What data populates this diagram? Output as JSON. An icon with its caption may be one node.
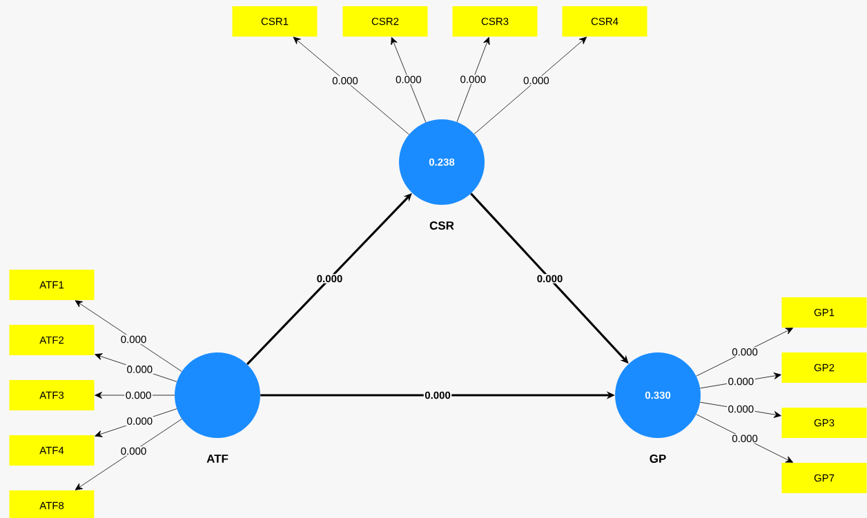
{
  "diagram": {
    "nodes": [
      {
        "text": [
          "CSR1"
        ]
      },
      {
        "text": [
          "CSR2"
        ]
      },
      {
        "text": [
          "CSR3"
        ]
      },
      {
        "text": [
          "CSR4"
        ]
      },
      {
        "text": [
          "0.238",
          "CSR"
        ]
      },
      {
        "text": [
          "ATF1"
        ]
      },
      {
        "text": [
          "ATF2"
        ]
      },
      {
        "text": [
          "ATF3"
        ]
      },
      {
        "text": [
          "ATF4"
        ]
      },
      {
        "text": [
          "ATF8"
        ]
      },
      {
        "text": [
          "ATF"
        ]
      },
      {
        "text": [
          "0.330",
          "GP"
        ]
      },
      {
        "text": [
          "GP1"
        ]
      },
      {
        "text": [
          "GP2"
        ]
      },
      {
        "text": [
          "GP3"
        ]
      },
      {
        "text": [
          "GP7"
        ]
      }
    ],
    "edges": [
      {
        "from": 4,
        "to": 0,
        "arrow": "to",
        "label": "0.000"
      },
      {
        "from": 4,
        "to": 1,
        "arrow": "to",
        "label": "0.000"
      },
      {
        "from": 4,
        "to": 2,
        "arrow": "to",
        "label": "0.000"
      },
      {
        "from": 4,
        "to": 3,
        "arrow": "to",
        "label": "0.000"
      },
      {
        "from": 10,
        "to": 5,
        "arrow": "to",
        "label": "0.000"
      },
      {
        "from": 10,
        "to": 6,
        "arrow": "to",
        "label": "0.000"
      },
      {
        "from": 10,
        "to": 7,
        "arrow": "to",
        "label": "0.000"
      },
      {
        "from": 10,
        "to": 8,
        "arrow": "to",
        "label": "0.000"
      },
      {
        "from": 10,
        "to": 9,
        "arrow": "to",
        "label": "0.000"
      },
      {
        "from": 11,
        "to": 12,
        "arrow": "to",
        "label": "0.000"
      },
      {
        "from": 11,
        "to": 13,
        "arrow": "to",
        "label": "0.000"
      },
      {
        "from": 11,
        "to": 14,
        "arrow": "to",
        "label": "0.000"
      },
      {
        "from": 11,
        "to": 15,
        "arrow": "to",
        "label": "0.000"
      },
      {
        "from": 10,
        "to": 4,
        "arrow": "to",
        "label": "0.000",
        "style": "thick"
      },
      {
        "from": 4,
        "to": 11,
        "arrow": "to",
        "label": "0.000",
        "style": "thick"
      },
      {
        "from": 10,
        "to": 11,
        "arrow": "to",
        "label": "0.000",
        "style": "thick"
      }
    ]
  }
}
